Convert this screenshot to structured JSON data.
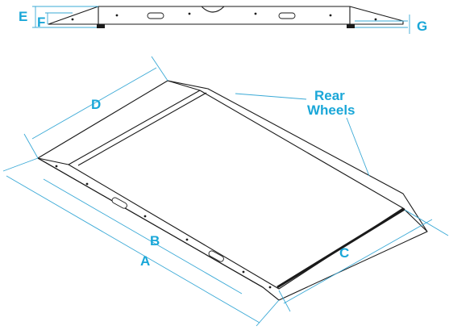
{
  "labels": {
    "e": "E",
    "f": "F",
    "g": "G",
    "a": "A",
    "b": "B",
    "c": "C",
    "d": "D",
    "rear_wheels_line1": "Rear",
    "rear_wheels_line2": "Wheels"
  },
  "colors": {
    "accent": "#1aa7d8",
    "line": "#1a1a1a",
    "dimension_line": "#3aa9d6",
    "background": "#ffffff"
  }
}
